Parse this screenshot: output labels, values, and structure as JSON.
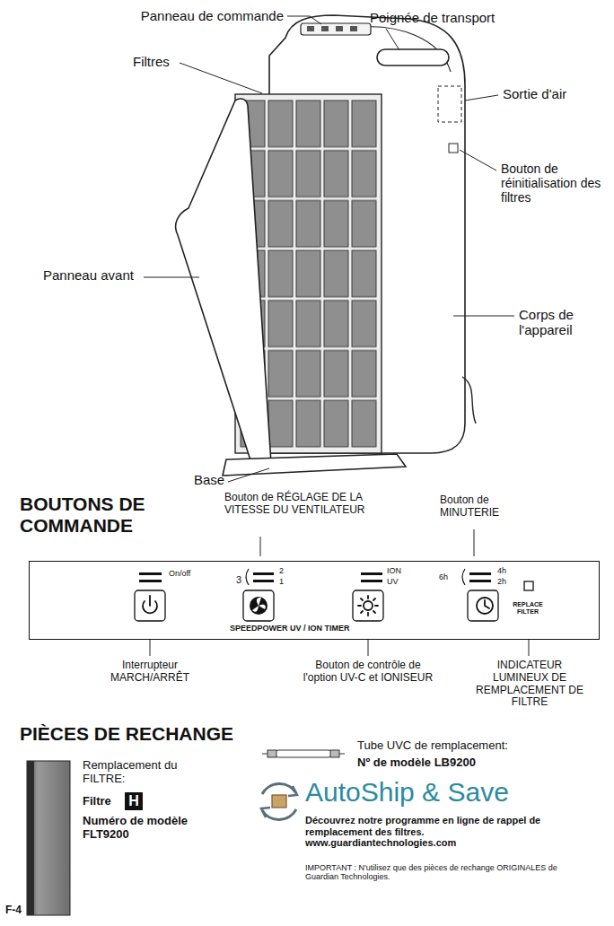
{
  "diagram": {
    "nodes": [
      {
        "text": [
          "On/off",
          "3",
          "2",
          "1",
          "ION",
          "UV",
          "6h",
          "4h",
          "2h",
          "SPEEDPOWER UV / ION TIMER",
          "REPLACE FILTER"
        ]
      },
      {
        "text": [
          "H"
        ]
      }
    ],
    "labels": [
      "Panneau de commande",
      "Poignée de transport",
      "Filtres",
      "Sortie d'air",
      "Bouton de réinitialisation des filtres",
      "Panneau avant",
      "Corps de l'appareil",
      "Base",
      "BOUTONS DE COMMANDE",
      "Bouton de RÉGLAGE DE LA VITESSE DU VENTILATEUR",
      "Bouton de MINUTERIE",
      "Interrupteur MARCH/ARRÊT",
      "Bouton de contrôle de l'option UV-C et IONISEUR",
      "INDICATEUR LUMINEUX DE REMPLACEMENT DE FILTRE",
      "PIÈCES DE RECHANGE",
      "Remplacement du FILTRE:",
      "Filtre",
      "Numéro de modèle FLT9200",
      "Tube UVC de remplacement:",
      "Nº de modèle LB9200",
      "AutoShip & Save",
      "Découvrez notre programme en ligne de rappel de remplacement des filtres. www.guardiantechnologies.com",
      "IMPORTANT : N'utilisez que des pièces de rechange ORIGINALES de Guardian Technologies.",
      "F-4"
    ]
  }
}
